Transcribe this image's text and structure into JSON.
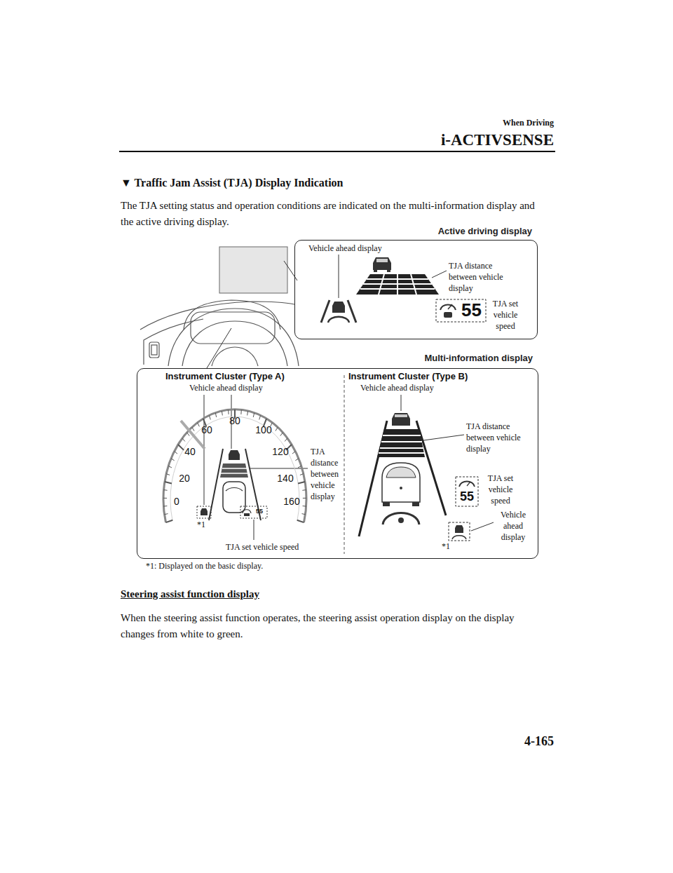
{
  "diagram": {
    "title": "▼ Traffic Jam Assist (TJA) Display Indication",
    "nodes": [
      {
        "text": [
          "Active driving display"
        ]
      },
      {
        "text": [
          "Multi-information display"
        ]
      }
    ],
    "labels": [
      "When Driving",
      "i-ACTIVSENSE",
      "The TJA setting status and operation conditions are indicated on the multi-information display and the active driving display.",
      "Vehicle ahead display",
      "TJA distance between vehicle display",
      "55",
      "TJA set vehicle speed",
      "Instrument Cluster (Type A)",
      "Vehicle ahead display",
      "0",
      "20",
      "40",
      "60",
      "80",
      "100",
      "120",
      "140",
      "160",
      "55",
      "*1",
      "TJA distance between vehicle display",
      "TJA set vehicle speed",
      "Instrument Cluster (Type B)",
      "Vehicle ahead display",
      "TJA distance between vehicle display",
      "55",
      "TJA set vehicle speed",
      "*1",
      "Vehicle ahead display",
      "*1: Displayed on the basic display.",
      "Steering assist function display",
      "When the steering assist function operates, the steering assist operation display on the display changes from white to green.",
      "4-165"
    ]
  }
}
